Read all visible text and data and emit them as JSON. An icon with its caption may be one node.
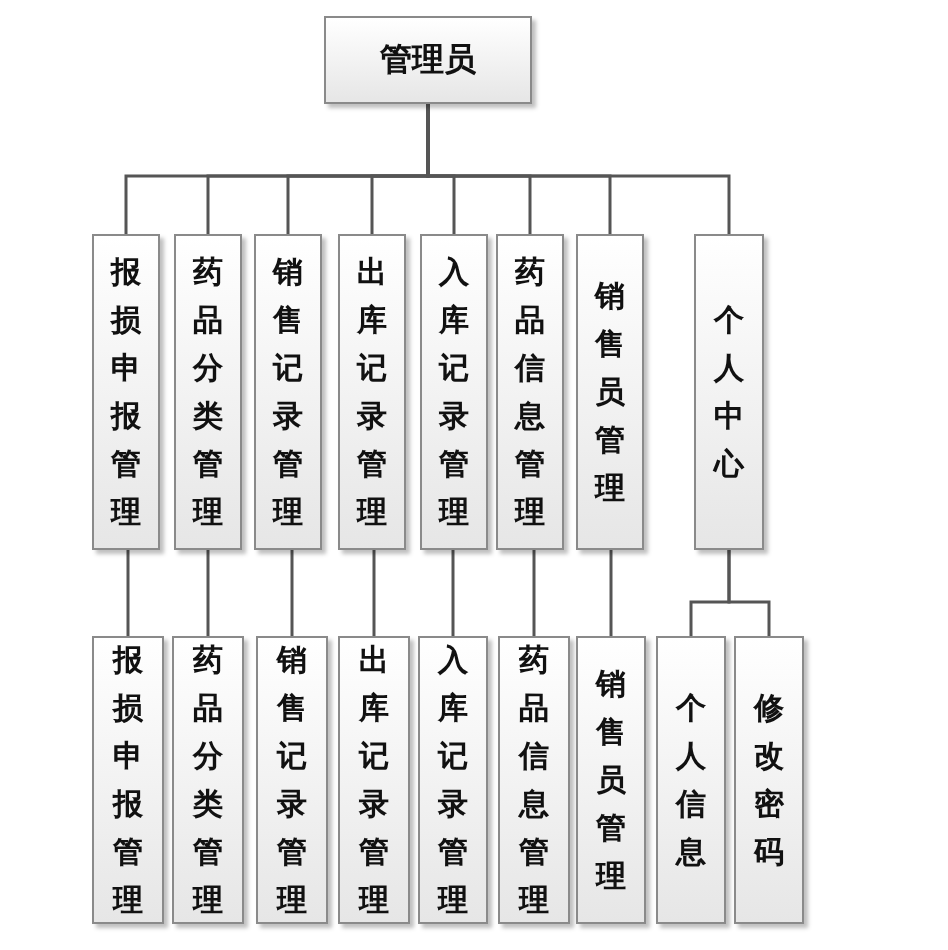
{
  "diagram": {
    "nodes": [
      {
        "text": [
          "管理员"
        ]
      },
      {
        "text": [
          "报损申报管理"
        ]
      },
      {
        "text": [
          "药品分类管理"
        ]
      },
      {
        "text": [
          "销售记录管理"
        ]
      },
      {
        "text": [
          "出库记录管理"
        ]
      },
      {
        "text": [
          "入库记录管理"
        ]
      },
      {
        "text": [
          "药品信息管理"
        ]
      },
      {
        "text": [
          "销售员管理"
        ]
      },
      {
        "text": [
          "个人中心"
        ]
      },
      {
        "text": [
          "报损申报管理"
        ]
      },
      {
        "text": [
          "药品分类管理"
        ]
      },
      {
        "text": [
          "销售记录管理"
        ]
      },
      {
        "text": [
          "出库记录管理"
        ]
      },
      {
        "text": [
          "入库记录管理"
        ]
      },
      {
        "text": [
          "药品信息管理"
        ]
      },
      {
        "text": [
          "销售员管理"
        ]
      },
      {
        "text": [
          "个人信息"
        ]
      },
      {
        "text": [
          "修改密码"
        ]
      }
    ],
    "edges": [
      {
        "from": 0,
        "to": 1,
        "arrow": "none"
      },
      {
        "from": 0,
        "to": 2,
        "arrow": "none"
      },
      {
        "from": 0,
        "to": 3,
        "arrow": "none"
      },
      {
        "from": 0,
        "to": 4,
        "arrow": "none"
      },
      {
        "from": 0,
        "to": 5,
        "arrow": "none"
      },
      {
        "from": 0,
        "to": 6,
        "arrow": "none"
      },
      {
        "from": 0,
        "to": 7,
        "arrow": "none"
      },
      {
        "from": 0,
        "to": 8,
        "arrow": "none"
      },
      {
        "from": 1,
        "to": 9,
        "arrow": "none"
      },
      {
        "from": 2,
        "to": 10,
        "arrow": "none"
      },
      {
        "from": 3,
        "to": 11,
        "arrow": "none"
      },
      {
        "from": 4,
        "to": 12,
        "arrow": "none"
      },
      {
        "from": 5,
        "to": 13,
        "arrow": "none"
      },
      {
        "from": 6,
        "to": 14,
        "arrow": "none"
      },
      {
        "from": 7,
        "to": 15,
        "arrow": "none"
      },
      {
        "from": 8,
        "to": 16,
        "arrow": "none"
      },
      {
        "from": 8,
        "to": 17,
        "arrow": "none"
      }
    ]
  }
}
